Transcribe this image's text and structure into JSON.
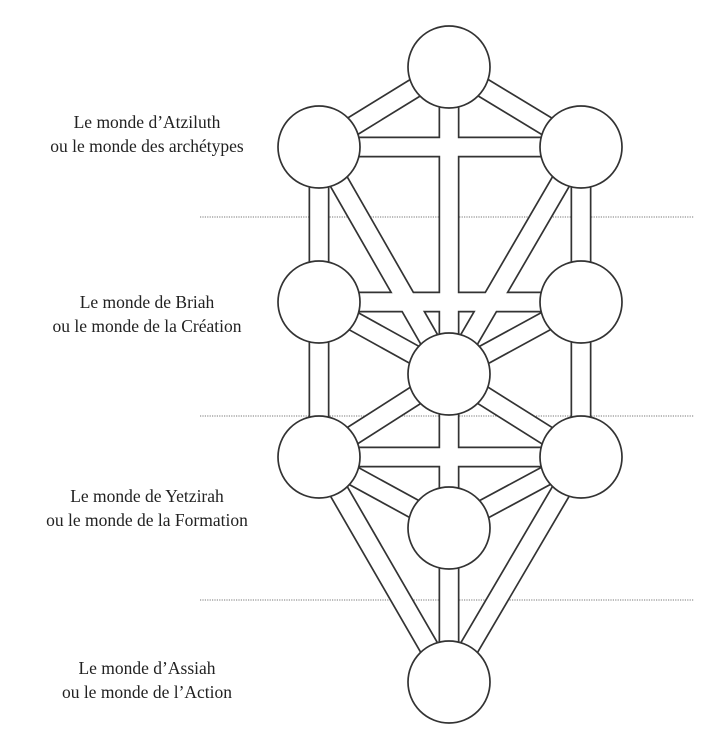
{
  "worlds": [
    {
      "line1": "Le monde d’Atziluth",
      "line2": "ou le monde des archétypes"
    },
    {
      "line1": "Le monde de Briah",
      "line2": "ou le monde de la Création"
    },
    {
      "line1": "Le monde de Yetzirah",
      "line2": "ou le monde de la Formation"
    },
    {
      "line1": "Le monde d’Assiah",
      "line2": "ou le monde de l’Action"
    }
  ],
  "colors": {
    "stroke": "#333333",
    "fill": "#ffffff",
    "separator": "#777777",
    "text": "#222222"
  }
}
